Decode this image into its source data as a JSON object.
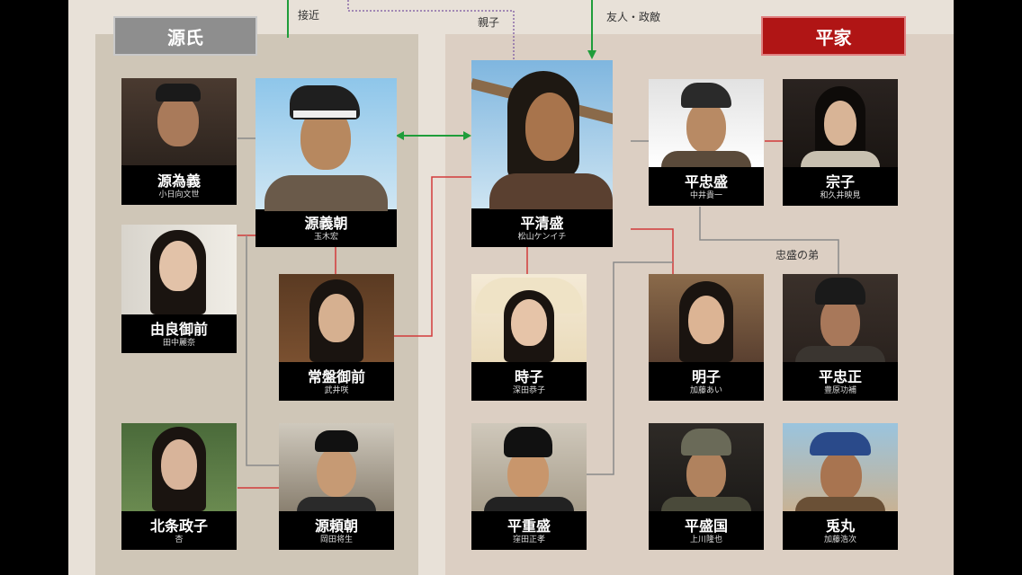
{
  "clans": {
    "genji": "源氏",
    "heike": "平家"
  },
  "connector_labels": {
    "close_aide": "接近",
    "parent_child": "親子",
    "friend_rival": "友人・政敵",
    "tadamori_brother": "忠盛の弟"
  },
  "characters": [
    {
      "id": "tameyoshi",
      "role": "源為義",
      "actor": "小日向文世"
    },
    {
      "id": "yoshitomo",
      "role": "源義朝",
      "actor": "玉木宏"
    },
    {
      "id": "yura",
      "role": "由良御前",
      "actor": "田中麗奈"
    },
    {
      "id": "tokiwa",
      "role": "常盤御前",
      "actor": "武井咲"
    },
    {
      "id": "masako",
      "role": "北条政子",
      "actor": "杏"
    },
    {
      "id": "yoritomo",
      "role": "源頼朝",
      "actor": "岡田将生"
    },
    {
      "id": "kiyomori",
      "role": "平清盛",
      "actor": "松山ケンイチ"
    },
    {
      "id": "tadamori",
      "role": "平忠盛",
      "actor": "中井貴一"
    },
    {
      "id": "muneko",
      "role": "宗子",
      "actor": "和久井映見"
    },
    {
      "id": "tokiko",
      "role": "時子",
      "actor": "深田恭子"
    },
    {
      "id": "akiko",
      "role": "明子",
      "actor": "加藤あい"
    },
    {
      "id": "tadamasa",
      "role": "平忠正",
      "actor": "豊原功補"
    },
    {
      "id": "shigemori",
      "role": "平重盛",
      "actor": "窪田正孝"
    },
    {
      "id": "morikuni",
      "role": "平盛国",
      "actor": "上川隆也"
    },
    {
      "id": "usagimaru",
      "role": "兎丸",
      "actor": "加藤浩次"
    }
  ],
  "colors": {
    "genji_tag": "#8e8e8e",
    "heike_tag": "#b01515",
    "link_red": "#d23a3a",
    "link_green": "#1f9d3a",
    "link_grey": "#8a8a8a",
    "link_purple": "#8a6aa8"
  }
}
